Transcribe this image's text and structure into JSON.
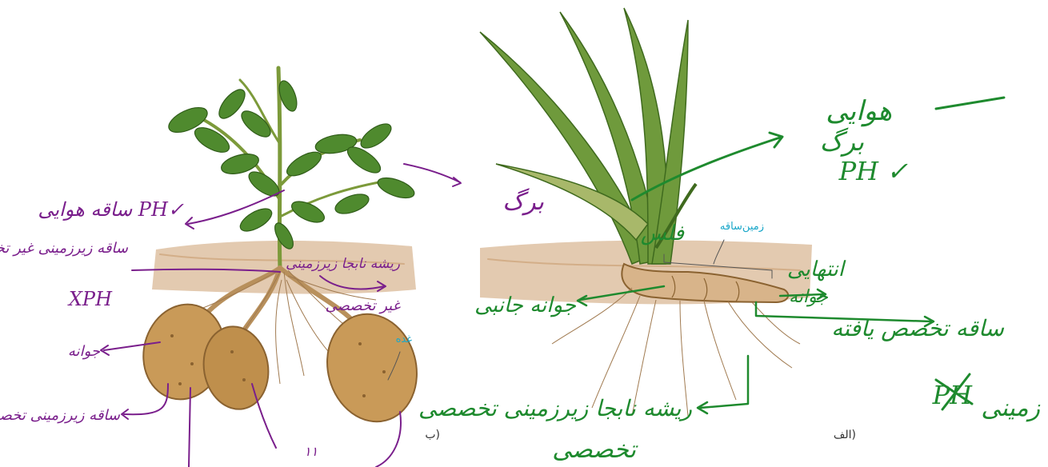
{
  "colors": {
    "ink_purple": "#7a1f8c",
    "ink_green": "#1e8a2e",
    "print_blue": "#1aa7c9",
    "print_dark": "#333333",
    "soil": "#d8b48f",
    "tuber": "#c99a58",
    "leaf": "#4f8a2e"
  },
  "printed_labels": {
    "panel_b": "ب)",
    "panel_a": "الف)",
    "tuber": "غده",
    "rhizome": "زمین‌ساقه"
  },
  "annotations_purple": {
    "aerial_stem": "ساقه هوایی PH✓",
    "underground_stem": "ساقه زیرزمینی غیر تخصصی",
    "xph": "XPH",
    "bud": "جوانه",
    "underground_stem_special": "ساقه زیرزمینی تخصصی",
    "adventitious_root": "ریشه نابجا زیرزمینی",
    "non_special": "غیر تخصصی",
    "leaf": "برگ"
  },
  "annotations_green": {
    "aerial": "هوایی",
    "leaf": "برگ",
    "ph": "PH ✓",
    "scale": "فلس",
    "terminal": "انتهایی",
    "bud": "جوانه",
    "lateral_bud": "جوانه جانبی",
    "stem_special": "ساقه تخصص یافته",
    "underground": "زمینی",
    "root_underground": "ریشه نابجا زیرزمینی تخصصی",
    "special": "تخصصی"
  },
  "icons": [
    "potato-plant-illustration",
    "iris-rhizome-illustration",
    "arrow-icon",
    "check-icon",
    "cross-out-icon"
  ]
}
